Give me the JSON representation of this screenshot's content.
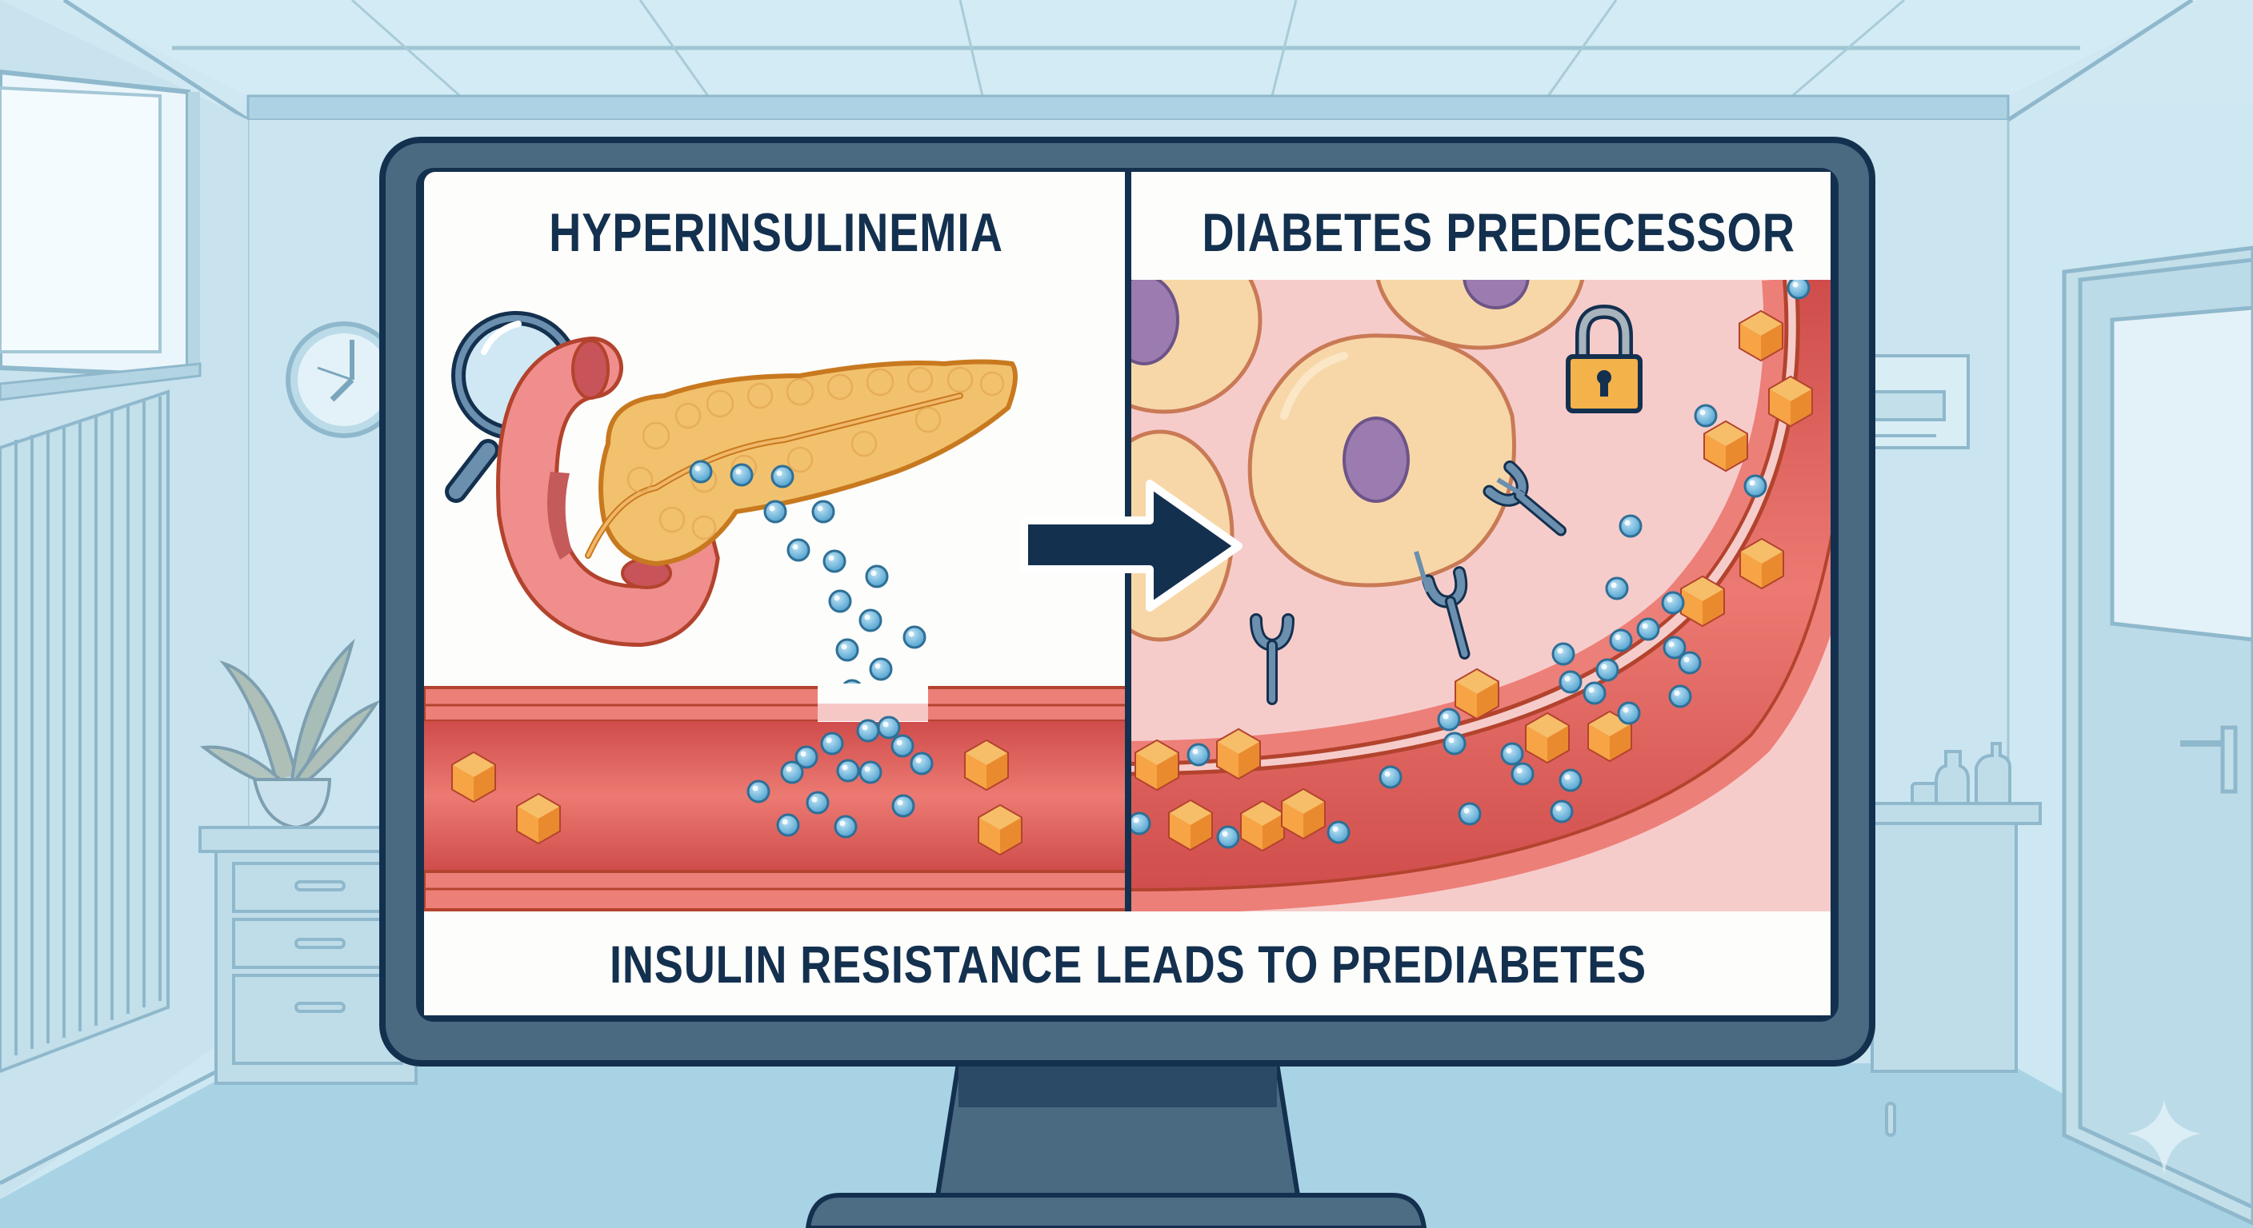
{
  "scene": {
    "setting": "Clinic / office room with a large monitor",
    "background_color": "#cde8f2",
    "room_items": [
      "window",
      "wall-clock",
      "potted-plant",
      "drawer-cabinet",
      "radiator",
      "wall-poster",
      "side-cabinet",
      "bottles",
      "door"
    ],
    "clock_time": "8:00",
    "sparkle_watermark": "sparkle-icon"
  },
  "monitor": {
    "bezel_color": "#4a6a82",
    "bezel_outline": "#14304f",
    "screen_bg": "#fdfdfb"
  },
  "panels": {
    "left": {
      "title": "HYPERINSULINEMIA",
      "elements": [
        "magnifying-glass-icon",
        "pancreas",
        "duodenum",
        "insulin-molecules",
        "blood-vessel",
        "glucose-cubes"
      ]
    },
    "right": {
      "title": "DIABETES PREDECESSOR",
      "elements": [
        "cells",
        "nucleus",
        "padlock-icon",
        "insulin-receptors",
        "curved-blood-vessel",
        "glucose-cubes",
        "insulin-molecules"
      ]
    },
    "arrow": "right-arrow-icon"
  },
  "caption": "INSULIN RESISTANCE LEADS TO PREDIABETES",
  "colors": {
    "title_text": "#14304f",
    "vessel": "#d9534f",
    "vessel_light": "#ec7f78",
    "glucose": "#f4a23c",
    "insulin": "#6bb6dc",
    "pancreas": "#f2c16e",
    "cell": "#f7d7a8",
    "nucleus": "#9b7bb0",
    "tissue": "#f6cccb",
    "receptor": "#6b8fae",
    "lock": "#f3b24a"
  }
}
